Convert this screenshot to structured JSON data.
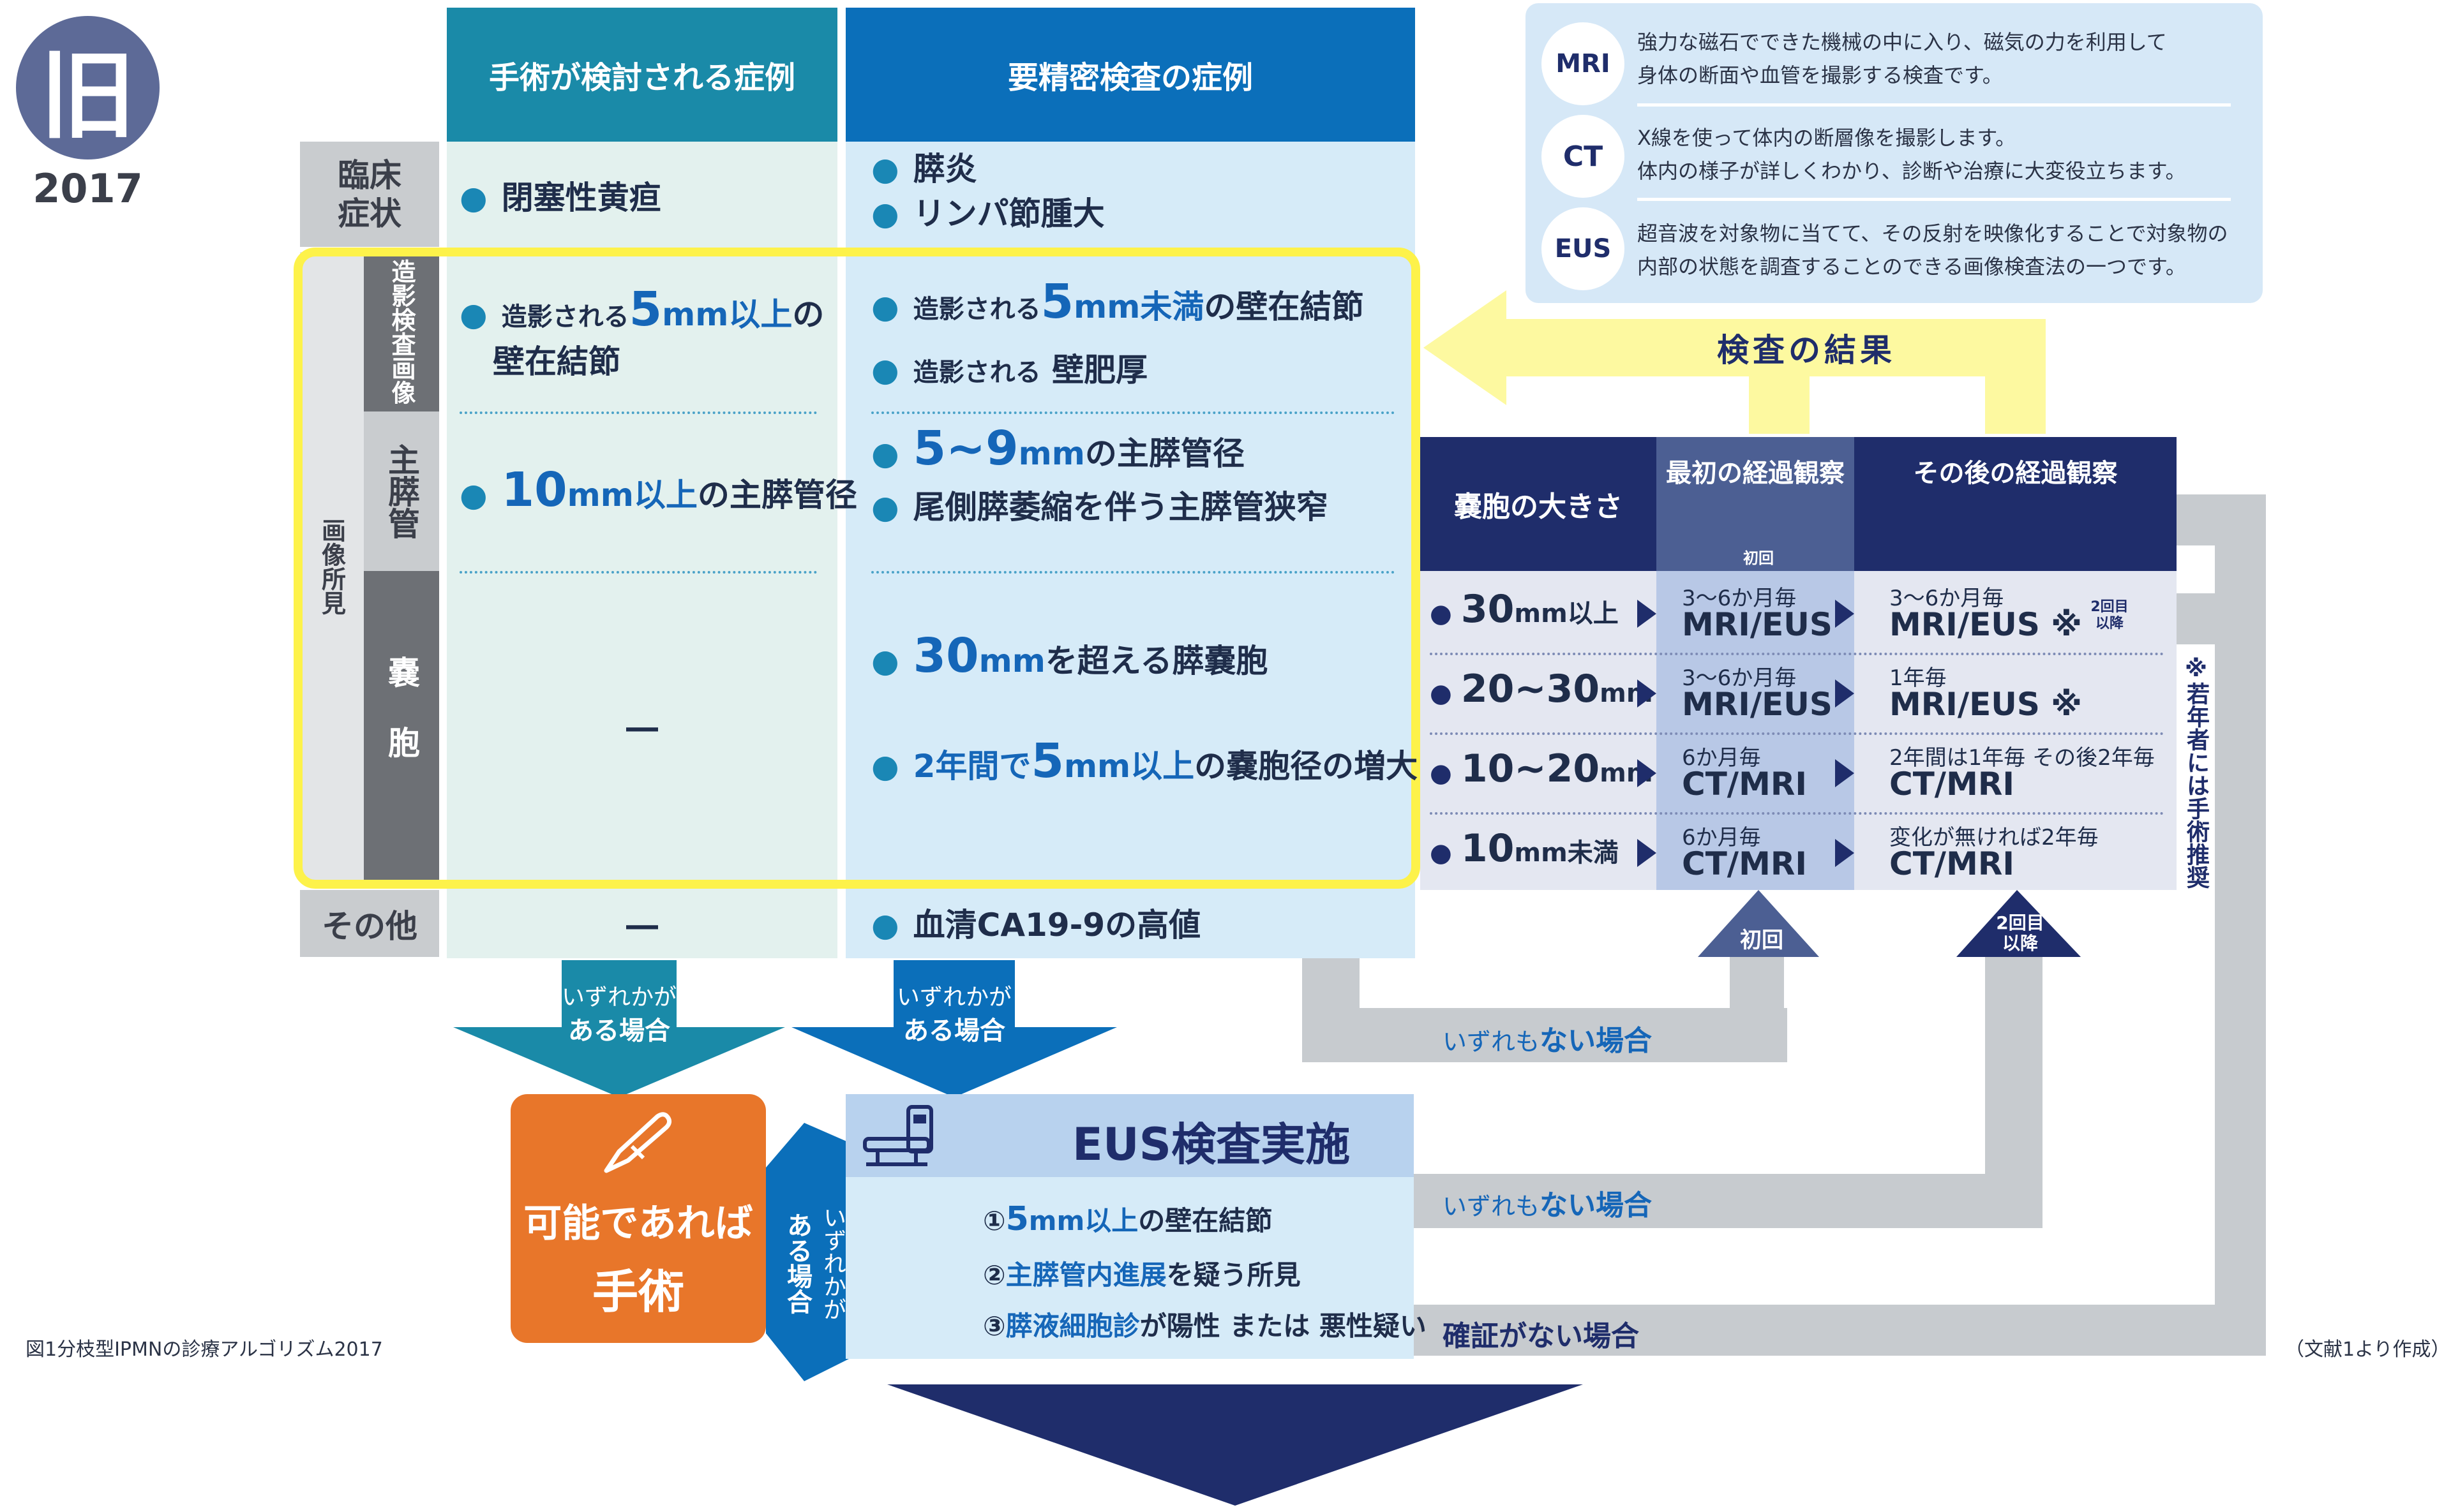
{
  "badge": {
    "char": "旧",
    "year": "2017"
  },
  "columns": {
    "surgery": "手術が検討される症例",
    "detail": "要精密検査の症例"
  },
  "rows": {
    "clinical": "臨床症状",
    "imaging": "画像所見",
    "contrast": "造影検査画像",
    "mpd": "主膵管",
    "cyst": "嚢胞",
    "other": "その他"
  },
  "surgery": {
    "clinical": "閉塞性黄疸",
    "contrast_a": "造影される",
    "contrast_num": "5",
    "contrast_unit": "mm以上",
    "contrast_b": "の",
    "contrast_c": "壁在結節",
    "mpd_num": "10",
    "mpd_unit": "mm以上",
    "mpd_b": "の主膵管径",
    "cyst": "―",
    "other": "―"
  },
  "detail": {
    "clinical1": "膵炎",
    "clinical2": "リンパ節腫大",
    "c1_a": "造影される",
    "c1_num": "5",
    "c1_unit": "mm未満",
    "c1_b": "の壁在結節",
    "c2_a": "造影される",
    "c2_b": "壁肥厚",
    "m1_num": "5~9",
    "m1_unit": "mm",
    "m1_b": "の主膵管径",
    "m2": "尾側膵萎縮を伴う主膵管狭窄",
    "cy1_num": "30",
    "cy1_unit": "mm",
    "cy1_b": "を超える膵嚢胞",
    "cy2_a": "2年間で",
    "cy2_num": "5",
    "cy2_unit": "mm以上",
    "cy2_b": "の嚢胞径の増大",
    "other_a": "血清",
    "other_num": "CA19-9",
    "other_b": "の高値"
  },
  "legend": [
    {
      "abbr": "MRI",
      "text1": "強力な磁石でできた機械の中に入り、磁気の力を利用して",
      "text2": "身体の断面や血管を撮影する検査です。"
    },
    {
      "abbr": "CT",
      "text1": "X線を使って体内の断層像を撮影します。",
      "text2": "体内の様子が詳しくわかり、診断や治療に大変役立ちます。"
    },
    {
      "abbr": "EUS",
      "text1": "超音波を対象物に当てて、その反射を映像化することで対象物の",
      "text2": "内部の状態を調査することのできる画像検査法の一つです。"
    }
  ],
  "result_arrow": "検査の結果",
  "followup": {
    "h_size": "嚢胞の大きさ",
    "h_first": "最初の経過観察",
    "h_later": "その後の経過観察",
    "first_tag": "初回",
    "rows": [
      {
        "size_num": "30",
        "size_unit": "mm以上",
        "first_freq": "3～6か月毎",
        "first_test": "MRI/EUS",
        "later_freq": "3～6か月毎",
        "later_test": "MRI/EUS ※"
      },
      {
        "size_num": "20~30",
        "size_unit": "mm",
        "first_freq": "3～6か月毎",
        "first_test": "MRI/EUS",
        "later_freq": "1年毎",
        "later_test": "MRI/EUS ※"
      },
      {
        "size_num": "10~20",
        "size_unit": "mm",
        "first_freq": "6か月毎",
        "first_test": "CT/MRI",
        "later_freq": "2年間は1年毎 その後2年毎",
        "later_test": "CT/MRI"
      },
      {
        "size_num": "10",
        "size_unit": "mm未満",
        "first_freq": "6か月毎",
        "first_test": "CT/MRI",
        "later_freq": "変化が無ければ2年毎",
        "later_test": "CT/MRI"
      }
    ],
    "second_tag": "2回目以降",
    "note": "※若年者には手術推奨",
    "tri_first": "初回",
    "tri_second": "2回目以降"
  },
  "arrows": {
    "any1_a": "いずれかが",
    "any1_b": "ある場合",
    "any2_a": "いずれかが",
    "any2_b": "ある場合",
    "none1_a": "いずれも",
    "none1_b": "ない場合",
    "none2_a": "いずれも",
    "none2_b": "ない場合",
    "noconfirm_a": "確証が",
    "noconfirm_b": "ない場合",
    "eus_any_a": "いずれかが",
    "eus_any_b": "ある場合"
  },
  "surgery_box": {
    "line1": "可能であれば",
    "line2": "手術"
  },
  "eus": {
    "title": "EUS検査実施",
    "i1_a": "①",
    "i1_num": "5",
    "i1_unit": "mm以上",
    "i1_b": "の壁在結節",
    "i2_a": "②",
    "i2_hl": "主膵管内進展",
    "i2_b": "を疑う所見",
    "i3_a": "③",
    "i3_hl": "膵液細胞診",
    "i3_b": "が陽性 または 悪性疑い"
  },
  "caption": "図1分枝型IPMNの診療アルゴリズム2017",
  "source": "（文献1より作成）",
  "colors": {
    "teal": "#1a8aa8",
    "blue": "#0b6fba",
    "navy": "#1f2d6b",
    "yellow": "#fdf24a",
    "orange": "#e8762a",
    "gray": "#c7cbcf"
  }
}
